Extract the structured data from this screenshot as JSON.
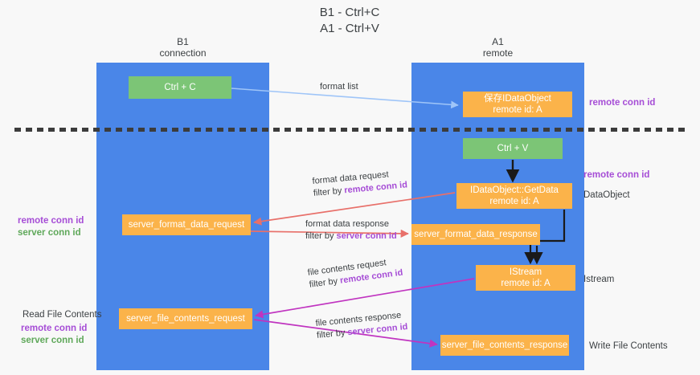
{
  "diagram": {
    "title_line1": "B1 - Ctrl+C",
    "title_line2": "A1 - Ctrl+V",
    "colors": {
      "lane": "#4a86e8",
      "green_node": "#7cc576",
      "orange_node": "#fbb34a",
      "remote_conn_id": "#a64dd6",
      "server_conn_id": "#5fa85a",
      "arrow_blue": "#9fc5f8",
      "arrow_red": "#e8706a",
      "arrow_magenta": "#c034c0",
      "arrow_black": "#1a1a1a",
      "divider": "#3c3c3c"
    }
  },
  "lanes": [
    {
      "name": "B1",
      "sublabel": "connection"
    },
    {
      "name": "A1",
      "sublabel": "remote"
    }
  ],
  "nodes": {
    "ctrl_c": {
      "label": "Ctrl + C",
      "kind": "green"
    },
    "idataobject": {
      "line1": "保存IDataObject",
      "line2": "remote id: A",
      "kind": "orange"
    },
    "ctrl_v": {
      "label": "Ctrl + V",
      "kind": "green"
    },
    "getdata": {
      "line1": "IDataObject::GetData",
      "line2": "remote id: A",
      "kind": "orange"
    },
    "server_format_data_request": {
      "label": "server_format_data_request",
      "kind": "orange"
    },
    "server_format_data_response": {
      "label": "server_format_data_response",
      "kind": "orange"
    },
    "istream": {
      "line1": "IStream",
      "line2": "remote id: A",
      "kind": "orange"
    },
    "server_file_contents_request": {
      "label": "server_file_contents_request",
      "kind": "orange"
    },
    "server_file_contents_response": {
      "label": "server_file_contents_response",
      "kind": "orange"
    }
  },
  "edge_labels": {
    "format_list": {
      "line1": "format list"
    },
    "format_data_request": {
      "line1": "format data request",
      "line2_prefix": "filter by ",
      "line2_key": "remote conn id"
    },
    "format_data_response": {
      "line1": "format data response",
      "line2_prefix": "filter by ",
      "line2_key": "server conn id"
    },
    "file_contents_request": {
      "line1": "file contents request",
      "line2_prefix": "filter by ",
      "line2_key": "remote conn id"
    },
    "file_contents_response": {
      "line1": "file contents response",
      "line2_prefix": "filter by ",
      "line2_key": "server conn id"
    }
  },
  "annotations": {
    "remote_conn_id_top": "remote conn id",
    "remote_conn_id_mid": "remote conn id",
    "dataobject": "DataObject",
    "istream": "Istream",
    "write_file_contents": "Write File Contents",
    "read_file_contents": "Read File Contents",
    "remote_conn_id_left_1": "remote conn id",
    "server_conn_id_left_1": "server conn id",
    "remote_conn_id_left_2": "remote conn id",
    "server_conn_id_left_2": "server conn id"
  }
}
